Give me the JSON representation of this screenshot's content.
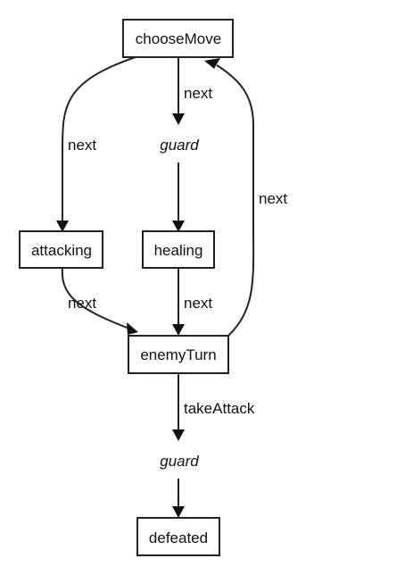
{
  "states": {
    "choose_move": "chooseMove",
    "attacking": "attacking",
    "healing": "healing",
    "enemy_turn": "enemyTurn",
    "defeated": "defeated"
  },
  "guards": {
    "before_healing": "guard",
    "before_defeated": "guard"
  },
  "edge_labels": {
    "choose_to_attacking": "next",
    "choose_to_healing": "next",
    "attacking_to_enemy": "next",
    "healing_to_enemy": "next",
    "enemy_to_choose": "next",
    "enemy_to_defeated": "takeAttack"
  },
  "colors": {
    "stroke": "#222222",
    "text": "#111111",
    "background": "#ffffff"
  }
}
